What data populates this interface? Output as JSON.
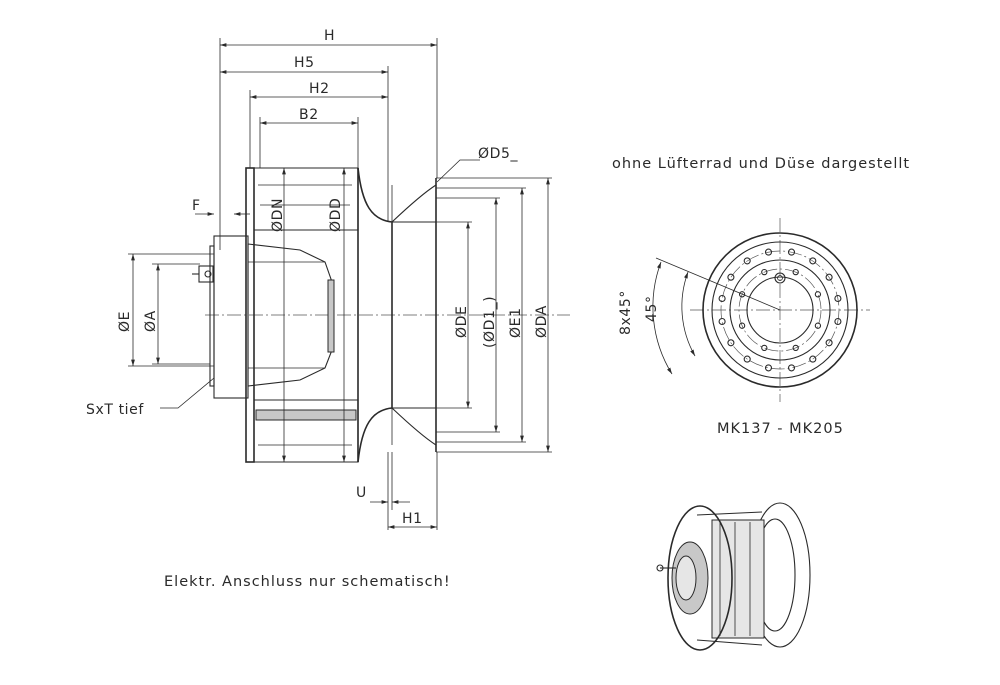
{
  "dimensions": {
    "h": "H",
    "h5": "H5",
    "h2": "H2",
    "b2": "B2",
    "d5": "ØD5_",
    "f": "F",
    "dn": "ØDN",
    "dd": "ØDD",
    "e": "ØE",
    "a": "ØA",
    "de": "ØDE",
    "d1": "(ØD1_)",
    "e1": "ØE1",
    "da": "ØDA",
    "u": "U",
    "h1": "H1",
    "sxt": "SxT tief"
  },
  "front_view": {
    "note": "ohne Lüfterrad und Düse dargestellt",
    "angle_holes": "8x45°",
    "angle": "45°",
    "size_range": "MK137 - MK205"
  },
  "footnote": "Elektr. Anschluss nur schematisch!"
}
